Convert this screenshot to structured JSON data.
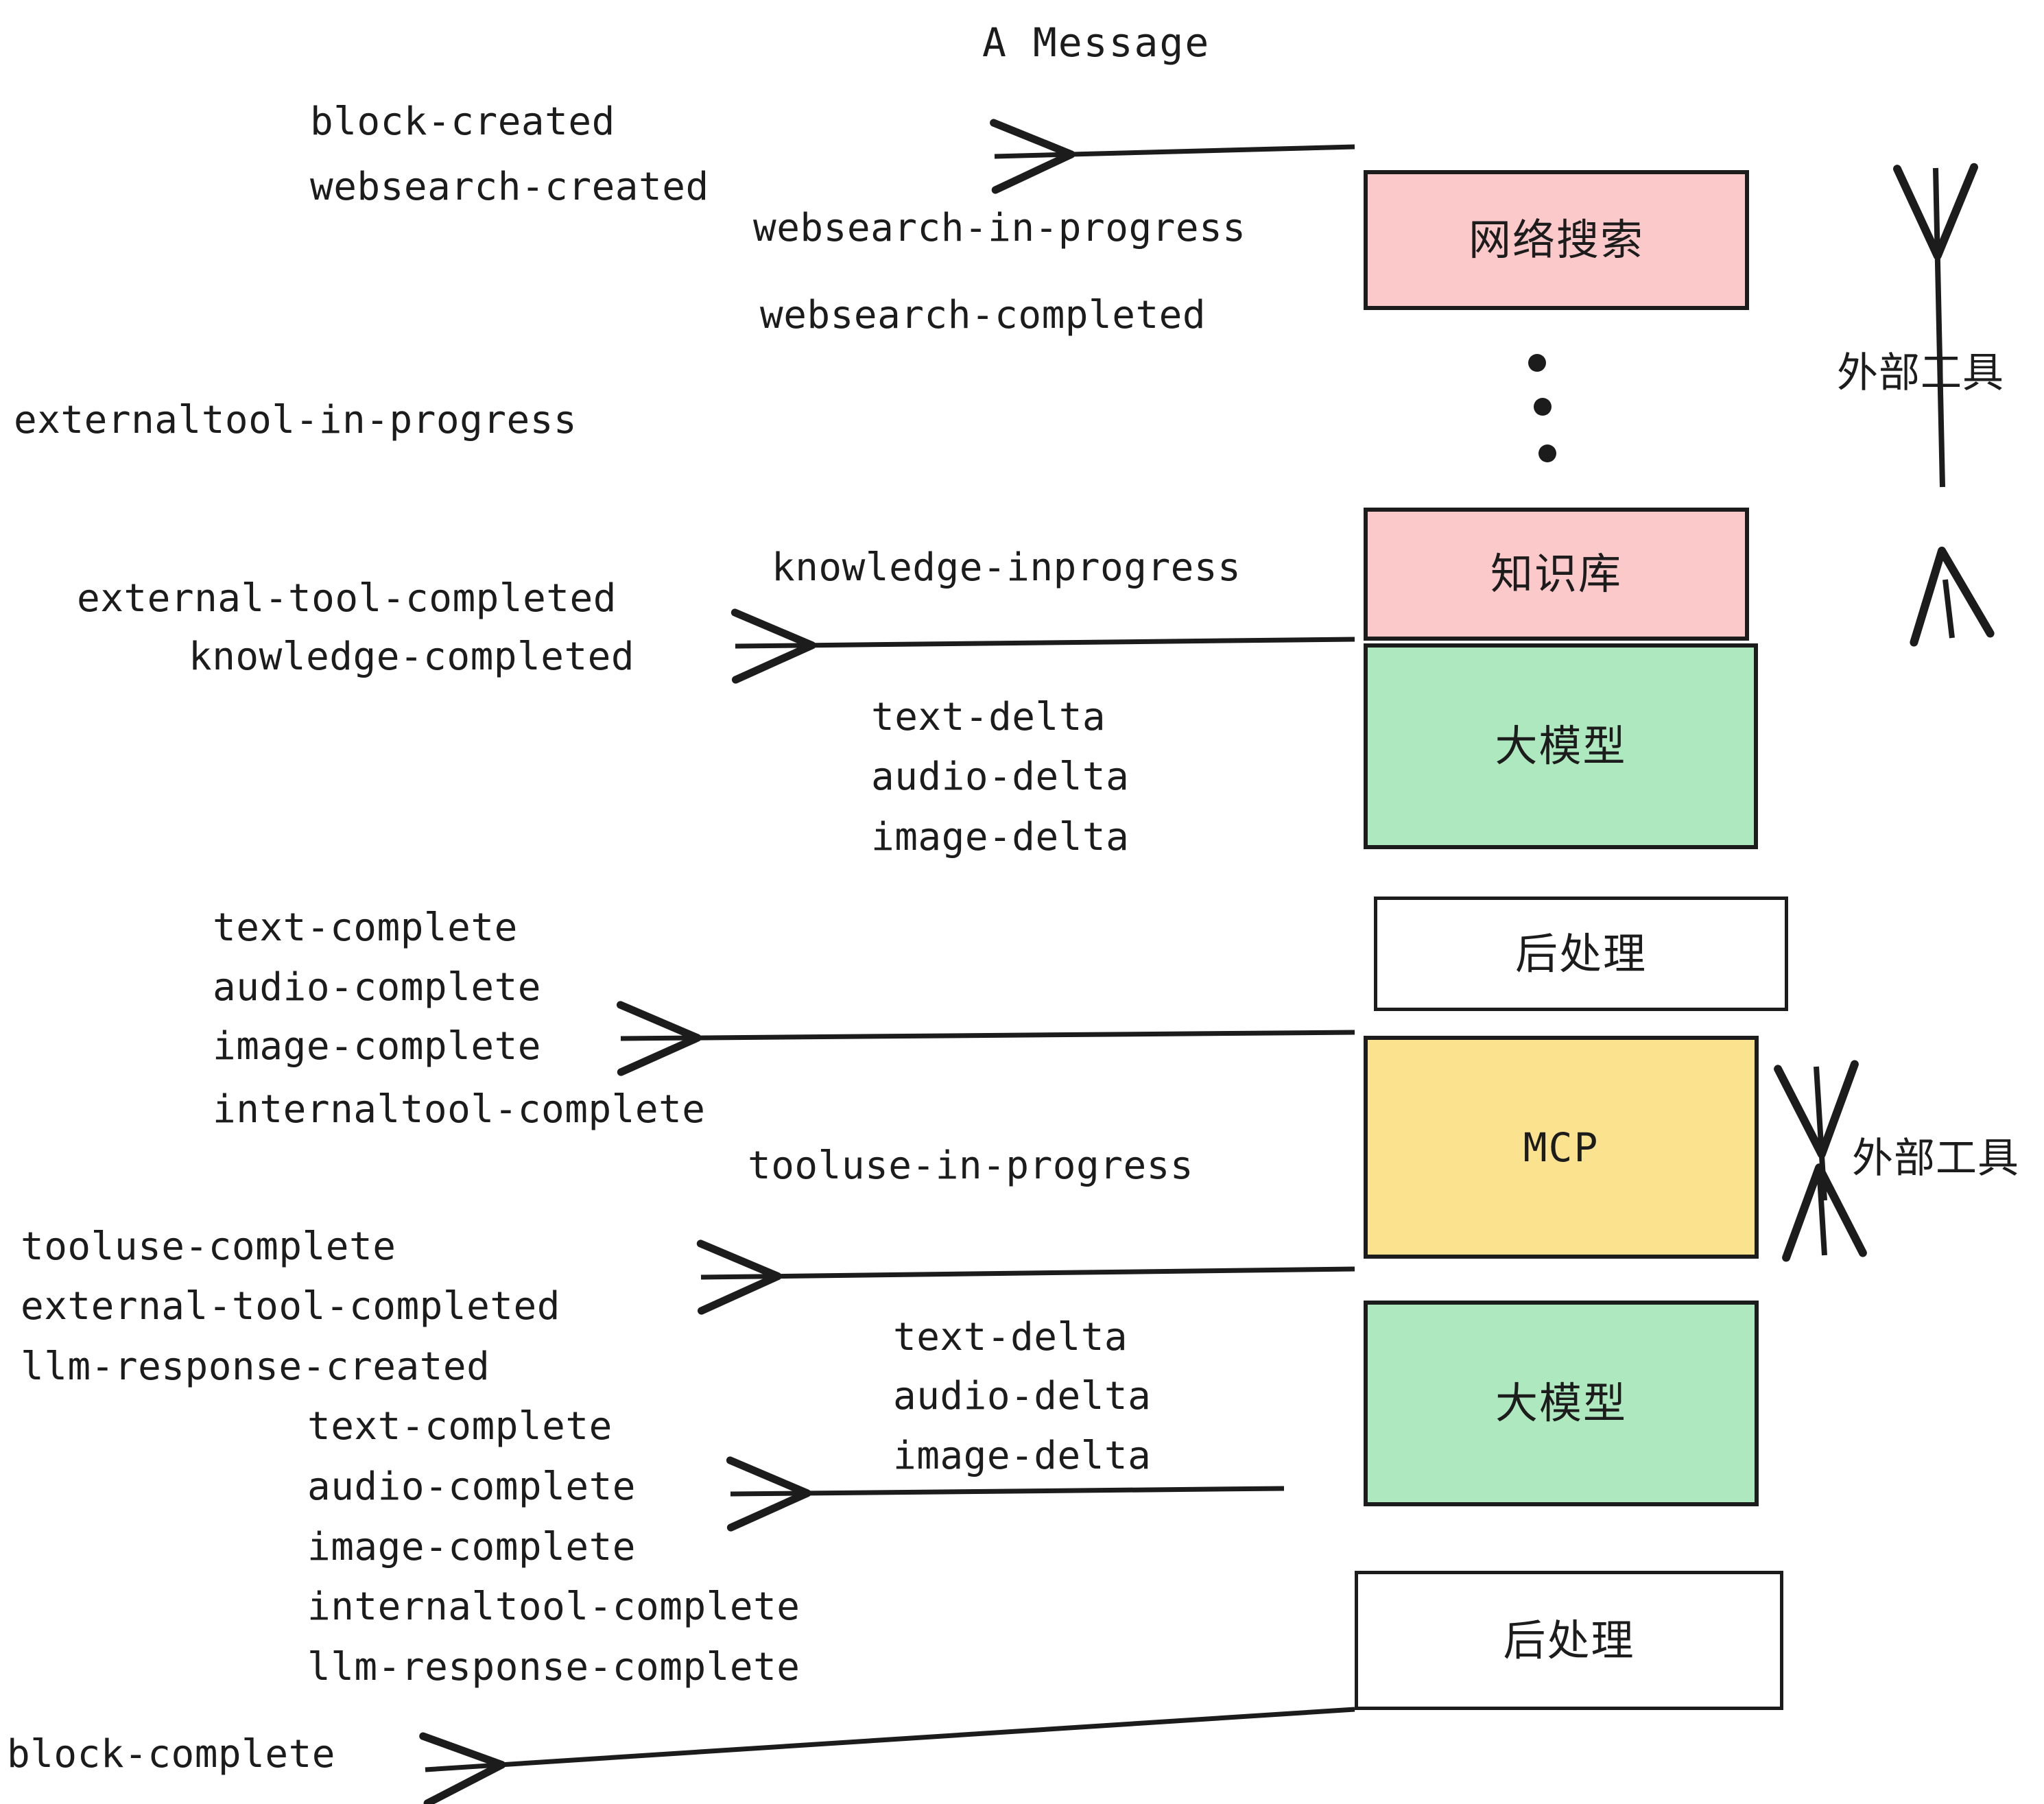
{
  "diagram": {
    "title": "A Message",
    "bg_color": "#ffffff",
    "stroke_color": "#1c1c1c",
    "colors": {
      "external_tool_fill": "#fbc9c9",
      "llm_fill": "#ade8be",
      "mcp_fill": "#fae28e",
      "postprocess_fill": "#ffffff",
      "text": "#1c1c1c"
    }
  },
  "nodes": [
    {
      "id": "websearch",
      "label": "网络搜索",
      "fill": "#fbc9c9",
      "kind": "external-tool"
    },
    {
      "id": "knowledge",
      "label": "知识库",
      "fill": "#fbc9c9",
      "kind": "external-tool"
    },
    {
      "id": "llm-1",
      "label": "大模型",
      "fill": "#ade8be",
      "kind": "llm"
    },
    {
      "id": "postprocess-1",
      "label": "后处理",
      "fill": "#ffffff",
      "kind": "postprocess"
    },
    {
      "id": "mcp",
      "label": "MCP",
      "fill": "#fae28e",
      "kind": "external-tool"
    },
    {
      "id": "llm-2",
      "label": "大模型",
      "fill": "#ade8be",
      "kind": "llm"
    },
    {
      "id": "postprocess-2",
      "label": "后处理",
      "fill": "#ffffff",
      "kind": "postprocess"
    }
  ],
  "brackets": [
    {
      "id": "bracket-top",
      "label": "外部工具"
    },
    {
      "id": "bracket-bottom",
      "label": "外部工具"
    }
  ],
  "events": {
    "block_created": "block-created",
    "websearch_created": "websearch-created",
    "websearch_in_progress": "websearch-in-progress",
    "websearch_completed": "websearch-completed",
    "externaltool_in_progress": "externaltool-in-progress",
    "knowledge_inprogress": "knowledge-inprogress",
    "external_tool_completed_1": "external-tool-completed",
    "knowledge_completed": "knowledge-completed",
    "text_delta_1": "text-delta",
    "audio_delta_1": "audio-delta",
    "image_delta_1": "image-delta",
    "text_complete_1": "text-complete",
    "audio_complete_1": "audio-complete",
    "image_complete_1": "image-complete",
    "internaltool_complete_1": "internaltool-complete",
    "tooluse_in_progress": "tooluse-in-progress",
    "tooluse_complete": "tooluse-complete",
    "external_tool_completed_2": "external-tool-completed",
    "llm_response_created": "llm-response-created",
    "text_delta_2": "text-delta",
    "audio_delta_2": "audio-delta",
    "image_delta_2": "image-delta",
    "text_complete_2": "text-complete",
    "audio_complete_2": "audio-complete",
    "image_complete_2": "image-complete",
    "internaltool_complete_2": "internaltool-complete",
    "llm_response_complete": "llm-response-complete",
    "block_complete": "block-complete"
  },
  "ellipsis_dots": 3
}
